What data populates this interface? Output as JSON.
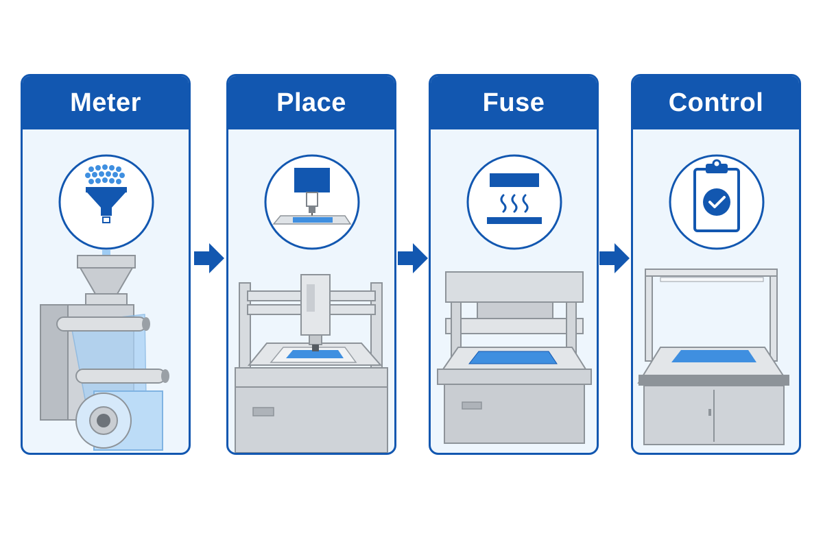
{
  "steps": [
    {
      "title": "Meter",
      "icon": "funnel-granules-icon",
      "machine": "extrusion-roll-machine"
    },
    {
      "title": "Place",
      "icon": "placement-head-icon",
      "machine": "gantry-placement-machine"
    },
    {
      "title": "Fuse",
      "icon": "heat-press-icon",
      "machine": "hot-press-machine"
    },
    {
      "title": "Control",
      "icon": "clipboard-check-icon",
      "machine": "inspection-station"
    }
  ],
  "colors": {
    "brand_blue": "#1257b0",
    "card_fill": "#eef6fd",
    "sheet_blue": "#3f8fe0",
    "machine_gray": "#c9cdd2"
  }
}
